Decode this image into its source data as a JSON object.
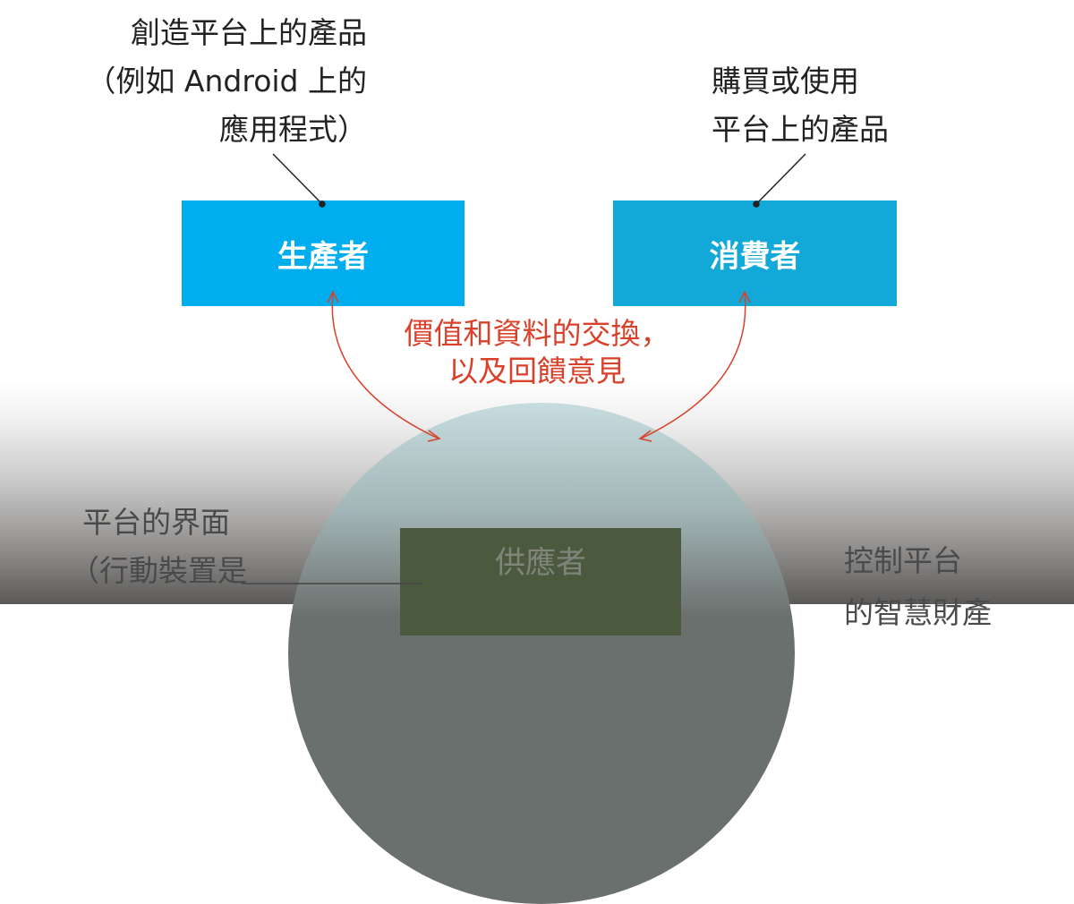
{
  "producer": {
    "note": [
      "創造平台上的產品",
      "（例如 Android 上的",
      "應用程式）"
    ],
    "label": "生產者",
    "color": "#00aeef"
  },
  "consumer": {
    "note": [
      "購買或使用",
      "平台上的產品"
    ],
    "label": "消費者",
    "color": "#12a8d8"
  },
  "exchange": [
    "價值和資料的交換，",
    "以及回饋意見"
  ],
  "provider": {
    "label": "供應者",
    "color": "#4b5a3f"
  },
  "left_note": [
    "平台的界面",
    "（行動裝置是"
  ],
  "right_note": [
    "控制平台",
    "的智慧財產"
  ],
  "accent_color": "#d9412b"
}
